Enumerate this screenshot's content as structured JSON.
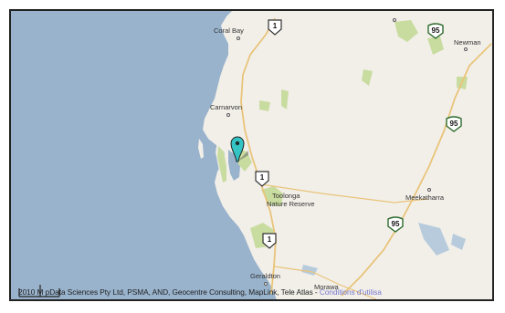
{
  "map": {
    "colors": {
      "sea": "#99b3cc",
      "land": "#f2efe9",
      "park": "#c9dca0",
      "roads": "#e9c47a",
      "pin": "#34c4c4"
    },
    "places": {
      "coral_bay": "Coral Bay",
      "newman": "Newman",
      "carnarvon": "Carnarvon",
      "meekatharra": "Meekatharra",
      "reserve_line1": "Toolonga",
      "reserve_line2": "Nature Reserve",
      "geraldton": "Geraldton",
      "morawa": "Morawa"
    },
    "routes": {
      "r1a": "1",
      "r1b": "1",
      "r1c": "1",
      "r95a": "95",
      "r95b": "95",
      "r95c": "95"
    },
    "marker": {
      "icon": "map-pin-icon"
    },
    "footer": {
      "copyright": "2010 M pData Sciences Pty Ltd, PSMA, AND, Geocentre Consulting, MapLink, Tele Atlas - ",
      "conditions_link": "Conditions d'utilisa"
    }
  }
}
